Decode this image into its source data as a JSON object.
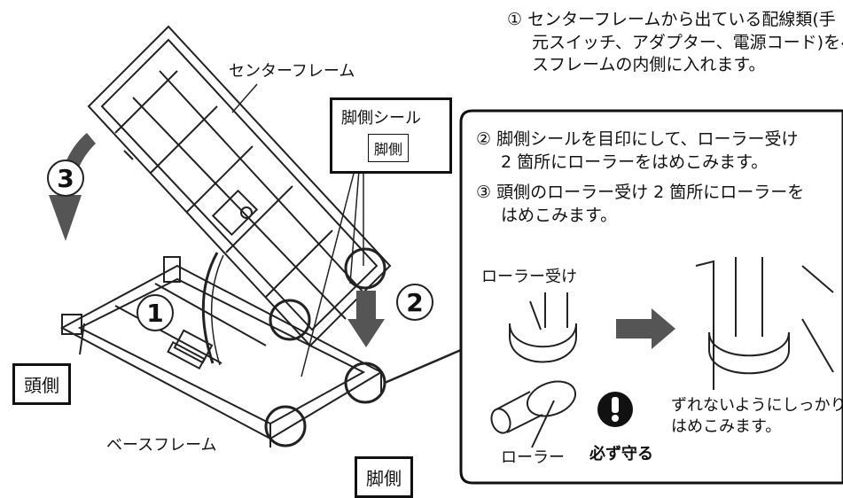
{
  "instructions": {
    "step1": [
      "① センターフレームから出ている配線類(手",
      "元スイッチ、アダプター、電源コード)をベー",
      "スフレームの内側に入れます。"
    ],
    "step2": [
      "② 脚側シールを目印にして、ローラー受け",
      "2 箇所にローラーをはめこみます。"
    ],
    "step3": [
      "③ 頭側のローラー受け 2 箇所にローラーを",
      "はめこみます。"
    ]
  },
  "labels": {
    "center_frame": "センターフレーム",
    "base_frame": "ベースフレーム",
    "foot_seal_title": "脚側シール",
    "foot_seal_sticker": "脚側",
    "head_side": "頭側",
    "foot_side": "脚側",
    "roller_holder": "ローラー受け",
    "roller": "ローラー",
    "must_follow": "必ず守る",
    "secure_note": [
      "ずれないようにしっかり",
      "はめこみます。"
    ]
  },
  "markers": {
    "one": "1",
    "two": "2",
    "three": "3",
    "exclamation": "!"
  },
  "colors": {
    "arrow": "#555555",
    "line": "#222222",
    "warning": "#111111"
  }
}
